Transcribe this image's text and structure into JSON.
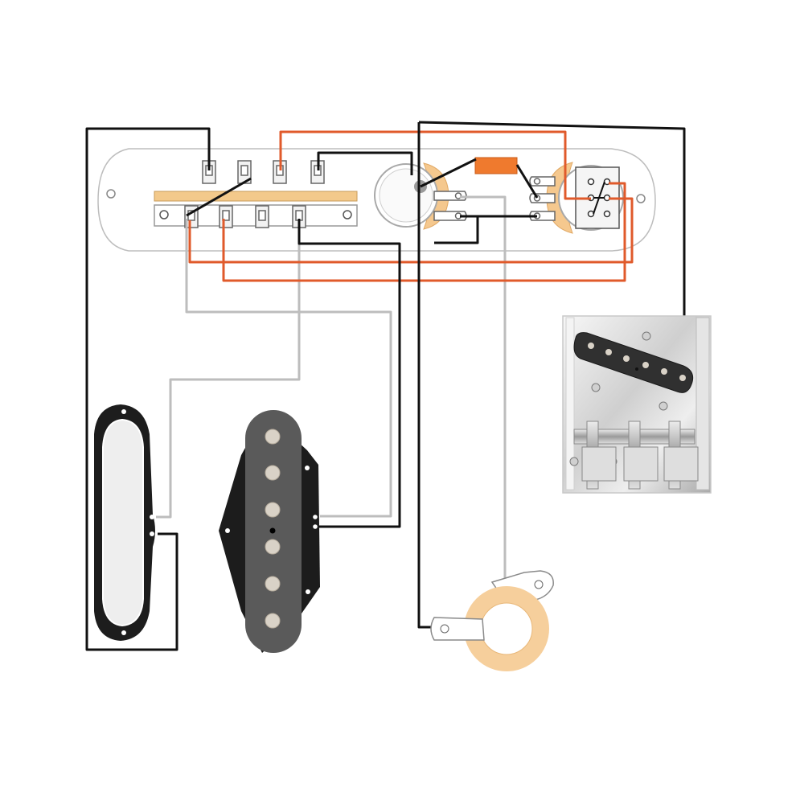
{
  "diagram": {
    "components": [
      {
        "id": "control-plate",
        "name": "control-plate-icon"
      },
      {
        "id": "selector-switch",
        "name": "three-way-selector-switch-icon",
        "lugs": 8
      },
      {
        "id": "volume-pot",
        "name": "volume-pot-icon"
      },
      {
        "id": "tone-capacitor",
        "name": "tone-capacitor-icon"
      },
      {
        "id": "tone-pot",
        "name": "tone-pot-icon"
      },
      {
        "id": "push-pull-switch",
        "name": "push-pull-dpdt-switch-icon"
      },
      {
        "id": "neck-pickup",
        "name": "neck-pickup-icon"
      },
      {
        "id": "bridge-pickup",
        "name": "bridge-pickup-icon",
        "pole_pieces": 6
      },
      {
        "id": "bridge-plate",
        "name": "bridge-plate-with-pickup-icon",
        "pole_pieces": 6,
        "saddles": 3
      },
      {
        "id": "output-jack",
        "name": "output-jack-icon"
      }
    ],
    "wire_colors": {
      "ground": "#111111",
      "hot": "#e05a2b",
      "signal": "#bdbdbd"
    },
    "part_colors": {
      "switch_bar": "#f3c98b",
      "pot_solder_pad": "#f5c88e",
      "capacitor": "#ef7a2e",
      "pickup_black": "#1c1c1c",
      "pickup_cover": "#5a5a5a",
      "pole_piece": "#d9d2c7",
      "chrome": "#dcdcdc",
      "jack_ring": "#f6cf9c"
    }
  }
}
